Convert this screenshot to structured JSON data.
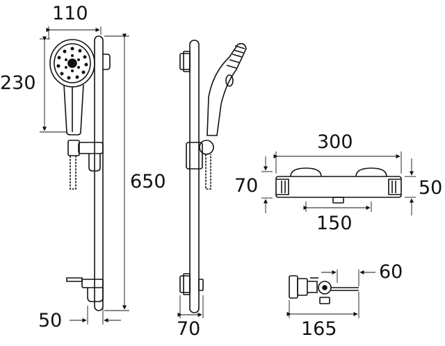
{
  "dimensions": {
    "handset_width": "110",
    "handset_height": "230",
    "rail_height": "650",
    "rail_offset": "50",
    "rail_depth": "70",
    "valve_width": "300",
    "valve_inlet_centres": "150",
    "valve_height": "70",
    "valve_depth_front": "50",
    "valve_projection": "60",
    "valve_overall_depth": "165"
  },
  "colors": {
    "line": "#111111",
    "background": "#ffffff"
  }
}
